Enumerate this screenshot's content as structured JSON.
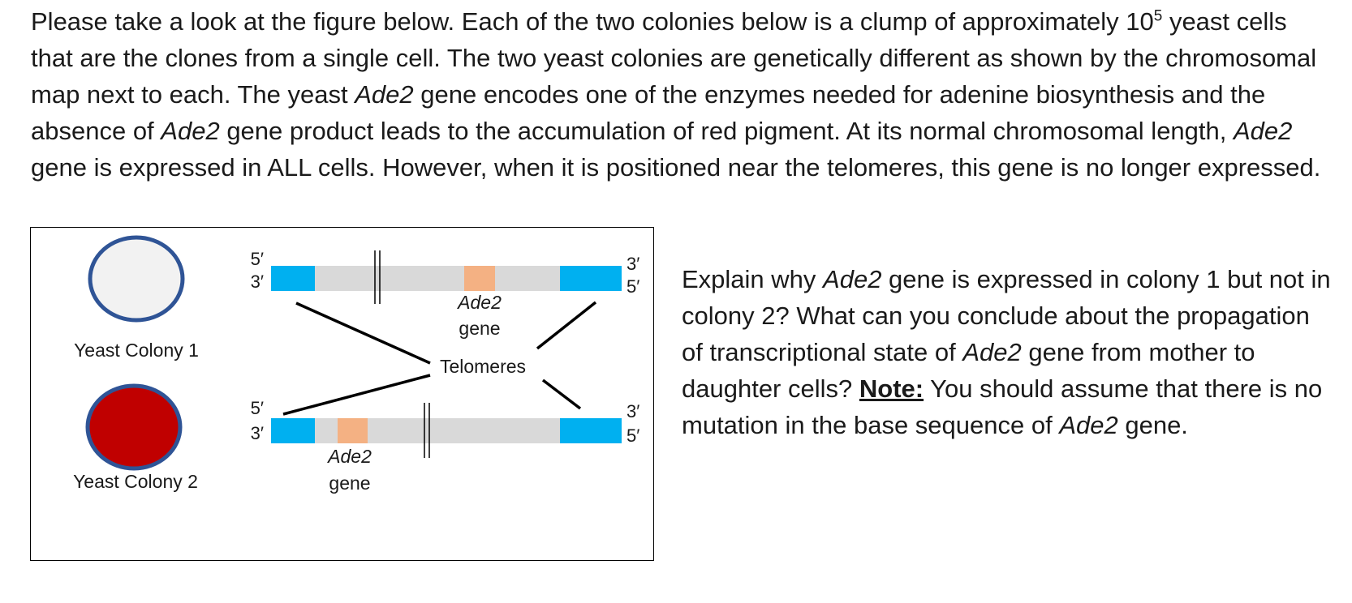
{
  "intro": {
    "s1": "Please take a  look at the figure below. Each of the two colonies below is a clump of approximately 10",
    "s1_sup": "5",
    "s2": " yeast cells that are the clones from a single cell. The two yeast colonies are genetically different as shown by the chromosomal map next to each. The yeast ",
    "gene1": "Ade2",
    "s3": " gene encodes one of the enzymes needed for adenine biosynthesis and the absence of ",
    "gene2": "Ade2",
    "s4": " gene product leads to the accumulation of red pigment. At its normal chromosomal length, ",
    "gene3": "Ade2",
    "s5": " gene is expressed in ALL cells. However, when it is positioned near the telomeres, this gene is no longer expressed."
  },
  "figure": {
    "colony1_label": "Yeast Colony 1",
    "colony2_label": "Yeast Colony 2",
    "chrom1": {
      "left_top": "5′",
      "left_bottom": "3′",
      "right_top": "3′",
      "right_bottom": "5′",
      "gene_name": "Ade2",
      "gene_word": "gene"
    },
    "chrom2": {
      "left_top": "5′",
      "left_bottom": "3′",
      "right_top": "3′",
      "right_bottom": "5′",
      "gene_name": "Ade2",
      "gene_word": "gene"
    },
    "telomeres_label": "Telomeres",
    "colors": {
      "colony1_fill": "#f2f2f2",
      "colony2_fill": "#c00000",
      "colony_outline": "#2f5496",
      "telomere": "#00b0f0",
      "chromosome": "#d9d9d9",
      "gene": "#f4b183"
    }
  },
  "question": {
    "q1": "Explain why ",
    "gene1": "Ade2",
    "q2": " gene is expressed in colony 1 but not in colony 2? What can you conclude about the propagation of transcriptional state of ",
    "gene2": "Ade2",
    "q3": " gene from mother to daughter cells?  ",
    "note_label": "Note:",
    "q4": " You should assume that there is no mutation in the base sequence of ",
    "gene3": "Ade2",
    "q5": " gene."
  }
}
